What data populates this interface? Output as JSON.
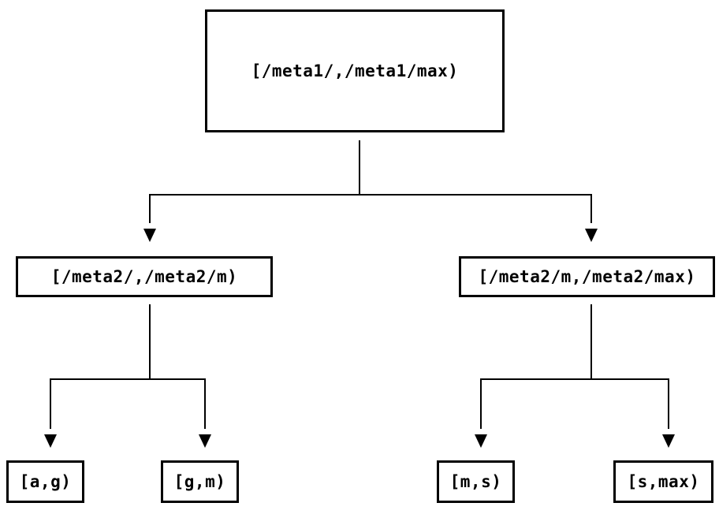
{
  "diagram": {
    "type": "tree",
    "background_color": "#ffffff",
    "line_color": "#000000",
    "node_fill_color": "#ffffff",
    "node_border_color": "#000000",
    "text_color": "#000000",
    "nodes": {
      "root": {
        "label": "[/meta1/,/meta1/max)",
        "level": 0
      },
      "left": {
        "label": "[/meta2/,/meta2/m)",
        "level": 1,
        "parent": "root"
      },
      "right": {
        "label": "[/meta2/m,/meta2/max)",
        "level": 1,
        "parent": "root"
      },
      "leaf_ag": {
        "label": "[a,g)",
        "level": 2,
        "parent": "left"
      },
      "leaf_gm": {
        "label": "[g,m)",
        "level": 2,
        "parent": "left"
      },
      "leaf_ms": {
        "label": "[m,s)",
        "level": 2,
        "parent": "right"
      },
      "leaf_smax": {
        "label": "[s,max)",
        "level": 2,
        "parent": "right"
      }
    },
    "edges": [
      {
        "from": "root",
        "to": "left"
      },
      {
        "from": "root",
        "to": "right"
      },
      {
        "from": "left",
        "to": "leaf_ag"
      },
      {
        "from": "left",
        "to": "leaf_gm"
      },
      {
        "from": "right",
        "to": "leaf_ms"
      },
      {
        "from": "right",
        "to": "leaf_smax"
      }
    ]
  }
}
